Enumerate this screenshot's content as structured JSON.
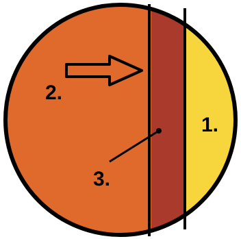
{
  "diagram": {
    "labels": {
      "one": "1.",
      "two": "2.",
      "three": "3."
    },
    "colors": {
      "outer_region": "#e06a2c",
      "dark_band": "#a93a2c",
      "light_region": "#f6d63c",
      "outline": "#000000",
      "background": "#ffffff"
    },
    "icons": {
      "arrow": "arrow-right-icon"
    }
  }
}
